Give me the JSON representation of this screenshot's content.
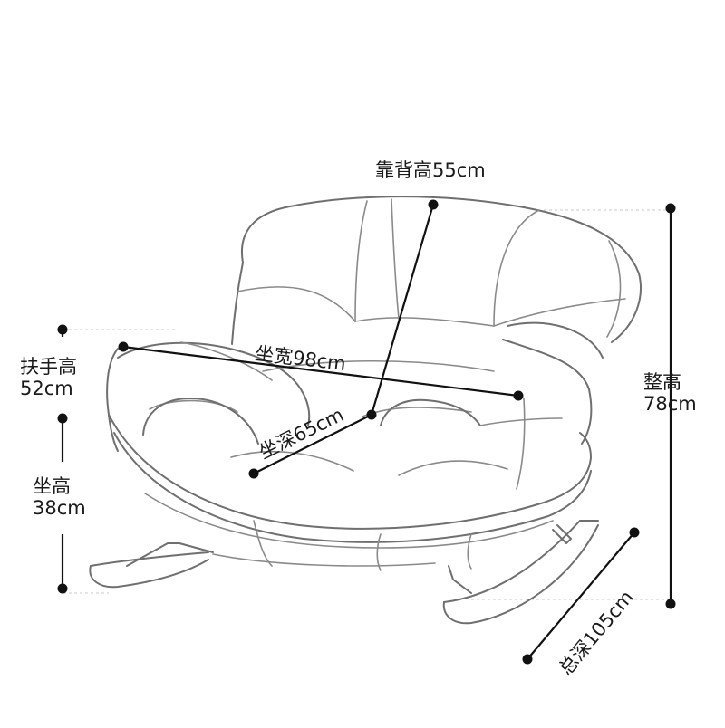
{
  "labels": {
    "backrest_height": "靠背高55cm",
    "seat_width": "坐宽98cm",
    "seat_depth": "坐深65cm",
    "armrest_height_name": "扶手高",
    "armrest_height_value": "52cm",
    "seat_height_name": "坐高",
    "seat_height_value": "38cm",
    "overall_height_name": "整高",
    "overall_height_value": "78cm",
    "overall_depth": "总深105cm"
  }
}
